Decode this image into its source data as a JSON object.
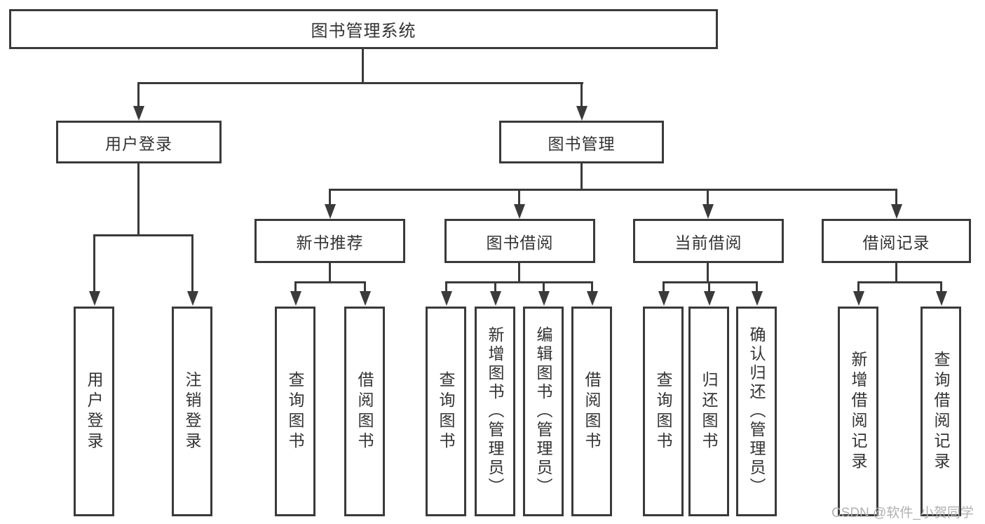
{
  "tree": {
    "root": {
      "label": "图书管理系统"
    },
    "branches": [
      {
        "label": "用户登录",
        "children": [
          {
            "label": "用户登录"
          },
          {
            "label": "注销登录"
          }
        ]
      },
      {
        "label": "图书管理",
        "children": [
          {
            "label": "新书推荐",
            "children": [
              {
                "label": "查询图书"
              },
              {
                "label": "借阅图书"
              }
            ]
          },
          {
            "label": "图书借阅",
            "children": [
              {
                "label": "查询图书"
              },
              {
                "label": "新增图书（管理员）"
              },
              {
                "label": "编辑图书（管理员）"
              },
              {
                "label": "借阅图书"
              }
            ]
          },
          {
            "label": "当前借阅",
            "children": [
              {
                "label": "查询图书"
              },
              {
                "label": "归还图书"
              },
              {
                "label": "确认归还（管理员）"
              }
            ]
          },
          {
            "label": "借阅记录",
            "children": [
              {
                "label": "新增借阅记录"
              },
              {
                "label": "查询借阅记录"
              }
            ]
          }
        ]
      }
    ]
  },
  "watermark": {
    "text": "CSDN @软件_小贺同学"
  },
  "colors": {
    "line": "#3a3a3a",
    "text": "#333333",
    "background": "#ffffff",
    "watermark": "#b3b0ae"
  }
}
